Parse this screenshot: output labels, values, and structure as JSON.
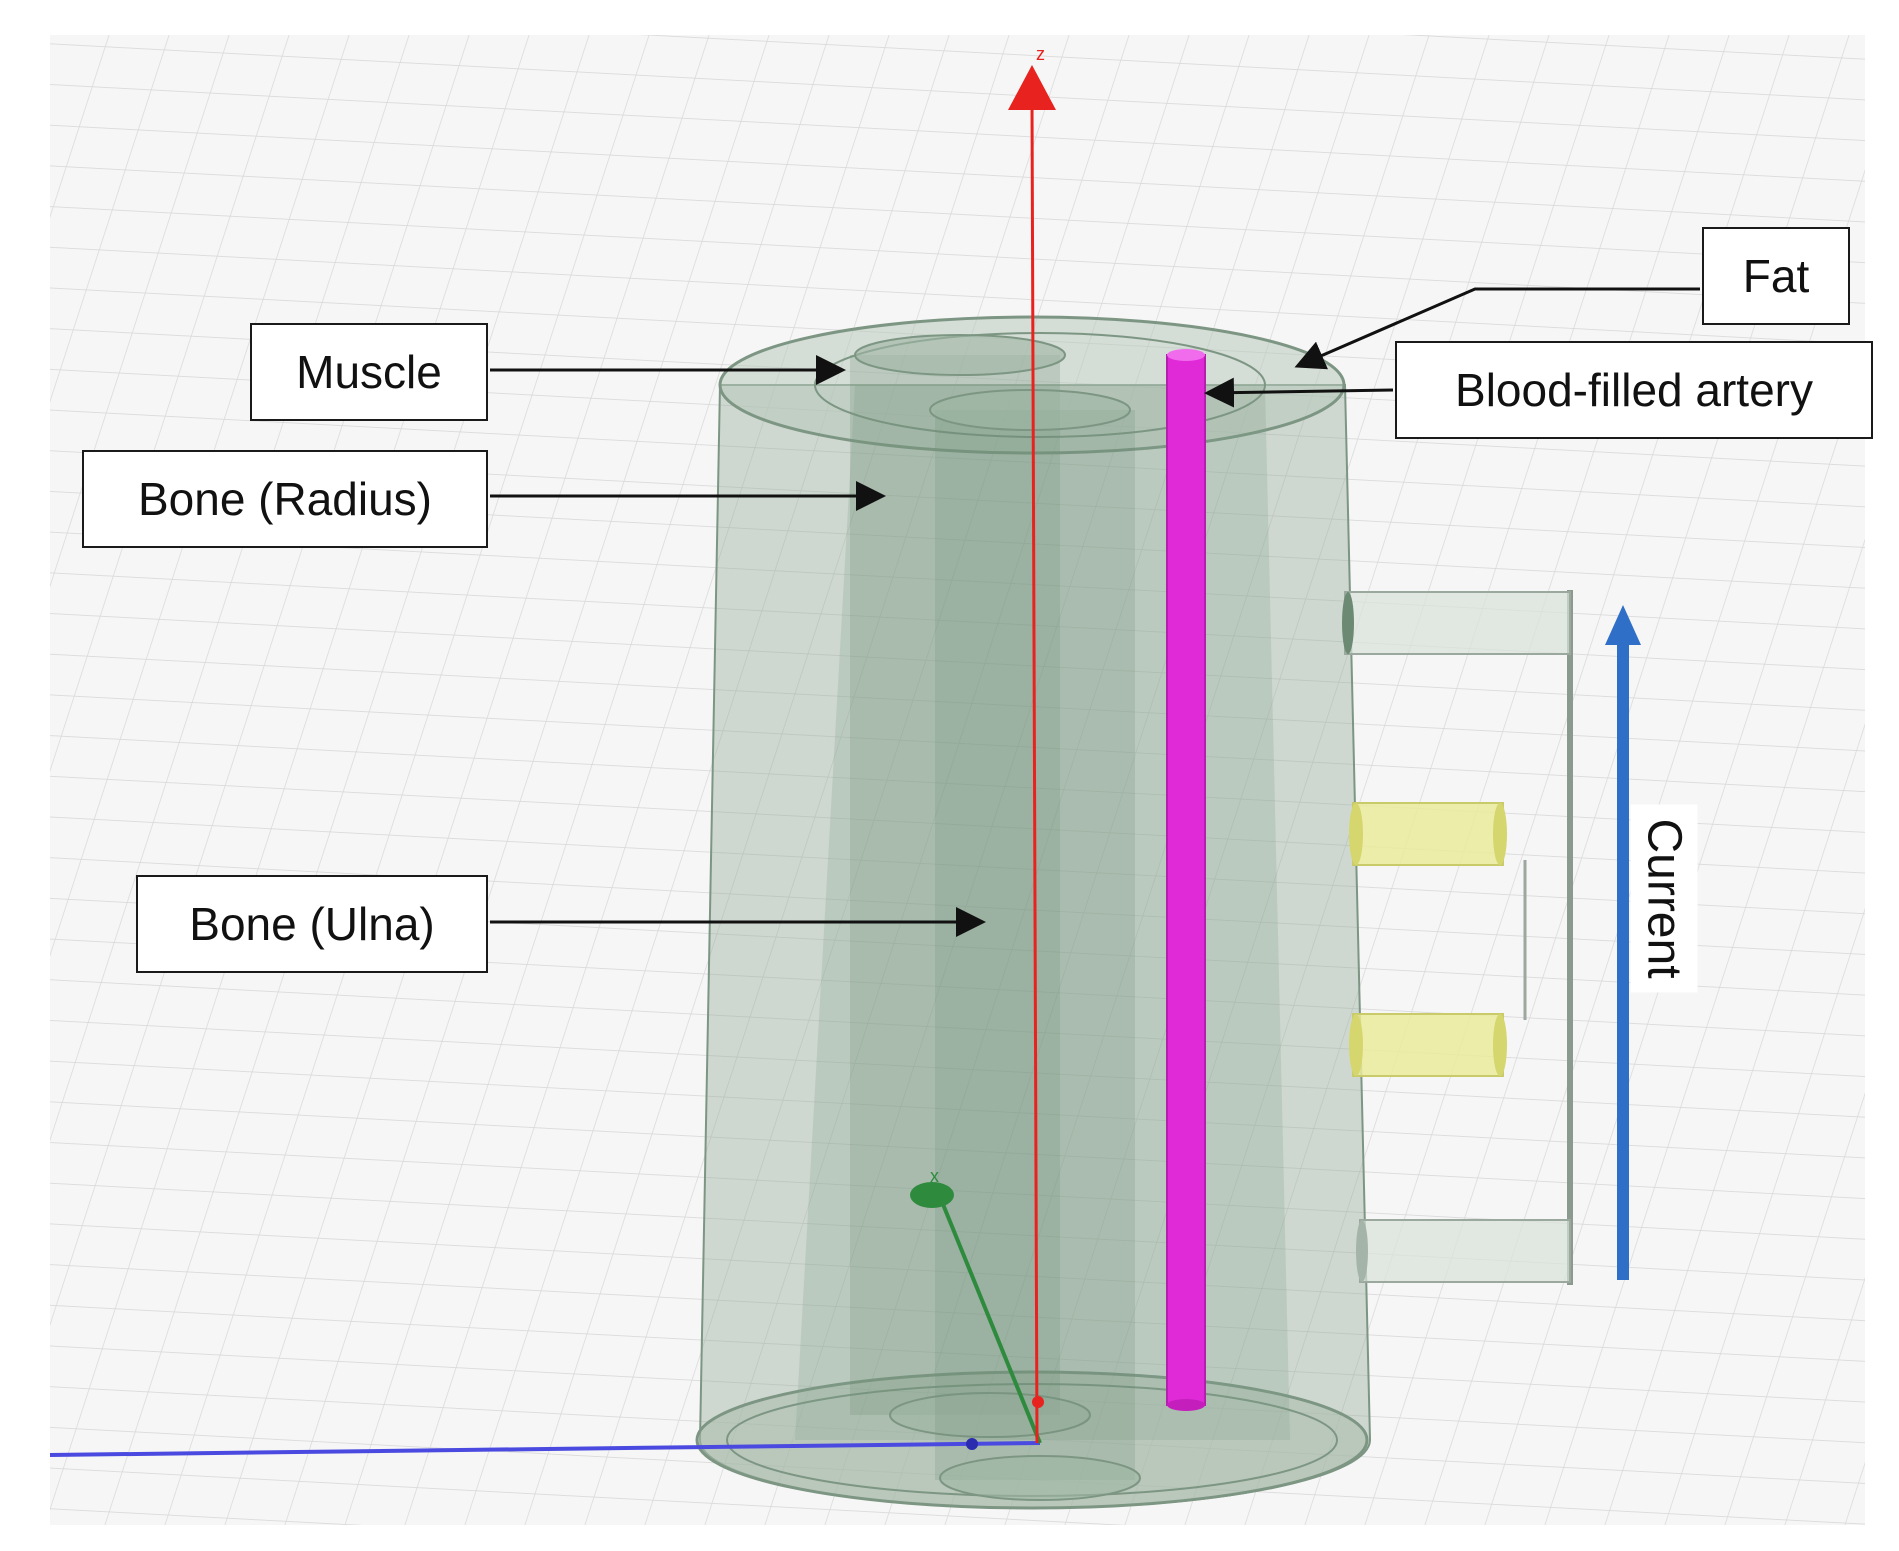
{
  "labels": {
    "muscle": "Muscle",
    "bone_radius": "Bone (Radius)",
    "bone_ulna": "Bone (Ulna)",
    "fat": "Fat",
    "artery": "Blood-filled artery",
    "current": "Current"
  },
  "axes": {
    "z": "z",
    "x": "x"
  },
  "colors": {
    "z_axis": "#e8231f",
    "x_axis": "#2e8b3e",
    "y_axis": "#4a4ae0",
    "artery": "#e02ad8",
    "tissue": "#8fa893",
    "current_arrow": "#2f6fc8",
    "coil": "#e9eb9a"
  }
}
